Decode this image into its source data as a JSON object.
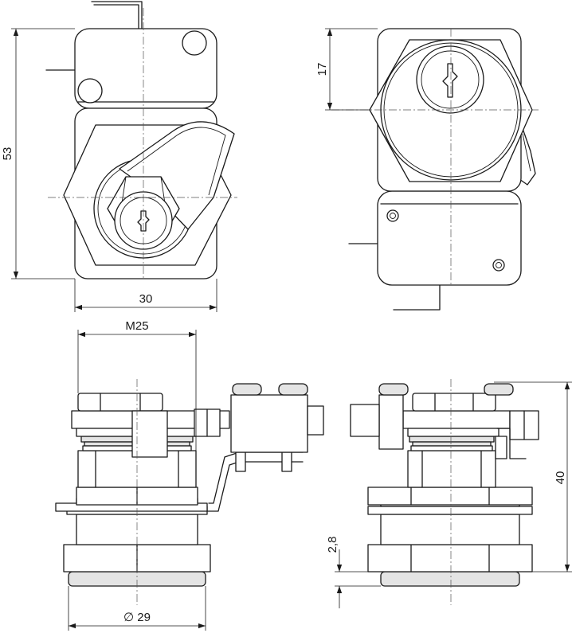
{
  "dimensions": {
    "height_total": "53",
    "width_total": "30",
    "key_offset": "17",
    "thread": "M25",
    "height_side": "40",
    "flange_thickness": "2,8",
    "diameter_label": "29",
    "diameter_symbol": "∅"
  }
}
